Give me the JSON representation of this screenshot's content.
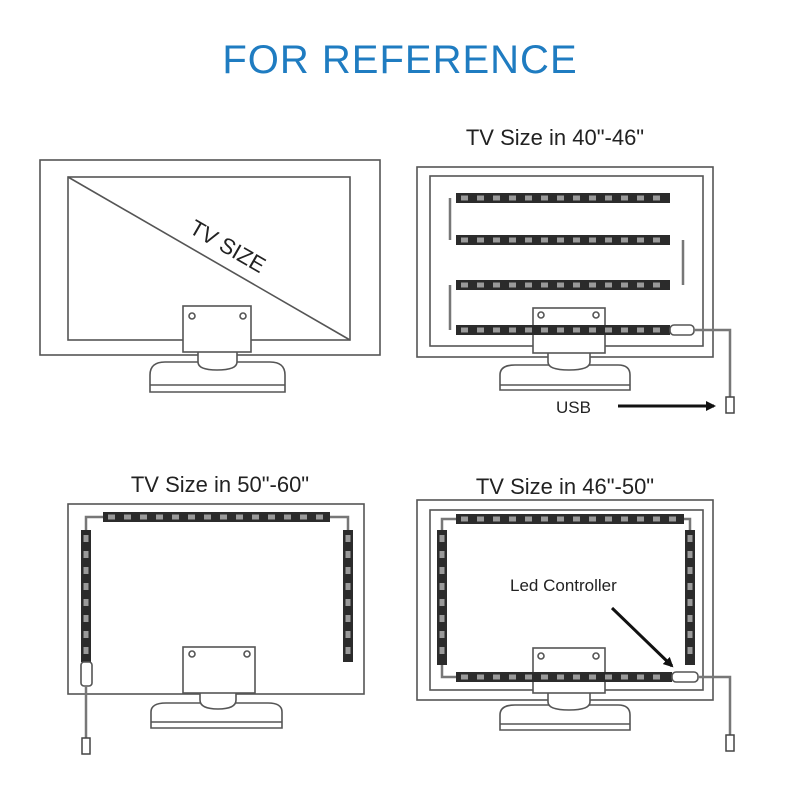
{
  "title": "FOR REFERENCE",
  "panels": {
    "tv_size": {
      "label": "TV SIZE"
    },
    "size_40_46": {
      "caption": "TV Size in 40\"-46\"",
      "usb_label": "USB"
    },
    "size_50_60": {
      "caption": "TV Size in 50\"-60\""
    },
    "size_46_50": {
      "caption": "TV Size in 46\"-50\"",
      "controller_label": "Led Controller"
    }
  },
  "colors": {
    "title": "#1f7cc1",
    "strip": "#2b2b2b",
    "led": "#9a9a9a",
    "line": "#555555"
  }
}
